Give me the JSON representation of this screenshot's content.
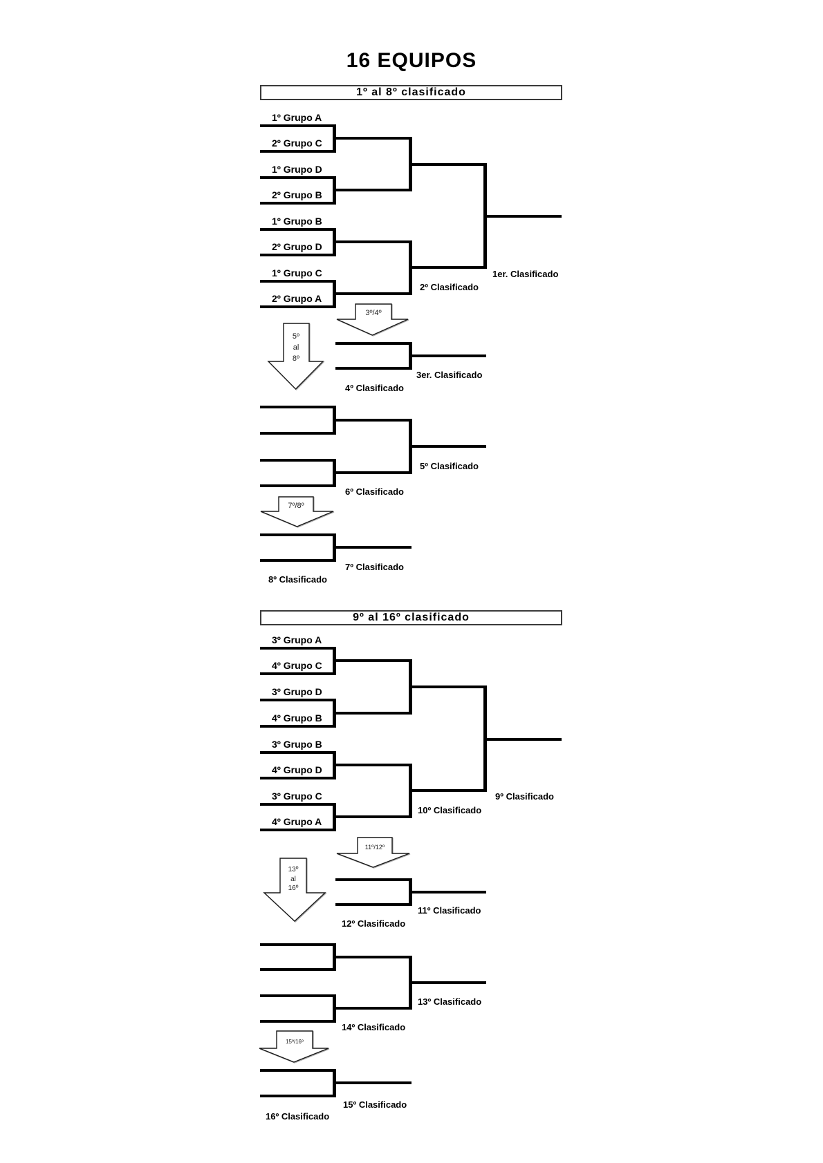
{
  "title": "16 EQUIPOS",
  "top": {
    "header": "1º al 8º clasificado",
    "teams": [
      "1º Grupo A",
      "2º Grupo C",
      "1º Grupo D",
      "2º Grupo B",
      "1º Grupo B",
      "2º Grupo D",
      "1º Grupo C",
      "2º Grupo A"
    ],
    "places": {
      "p1": "1er. Clasificado",
      "p2": "2º Clasificado",
      "p3": "3er. Clasificado",
      "p4": "4º Clasificado",
      "p5": "5º Clasificado",
      "p6": "6º Clasificado",
      "p7": "7º Clasificado",
      "p8": "8º Clasificado"
    },
    "arrow_3_4": "3º/4º",
    "arrow_5_8": [
      "5º",
      "al",
      "8º"
    ],
    "arrow_7_8": "7º/8º"
  },
  "bottom": {
    "header": "9º al 16º clasificado",
    "teams": [
      "3º Grupo A",
      "4º Grupo C",
      "3º Grupo D",
      "4º Grupo B",
      "3º Grupo B",
      "4º Grupo D",
      "3º Grupo C",
      "4º Grupo A"
    ],
    "places": {
      "p9": "9º Clasificado",
      "p10": "10º Clasificado",
      "p11": "11º Clasificado",
      "p12": "12º Clasificado",
      "p13": "13º Clasificado",
      "p14": "14º Clasificado",
      "p15": "15º Clasificado",
      "p16": "16º Clasificado"
    },
    "arrow_11_12": "11º/12º",
    "arrow_13_16": [
      "13º",
      "al",
      "16º"
    ],
    "arrow_15_16": "15º/16º"
  },
  "colors": {
    "line": "#000000",
    "box_border": "#3a3a3a",
    "background": "#ffffff"
  }
}
